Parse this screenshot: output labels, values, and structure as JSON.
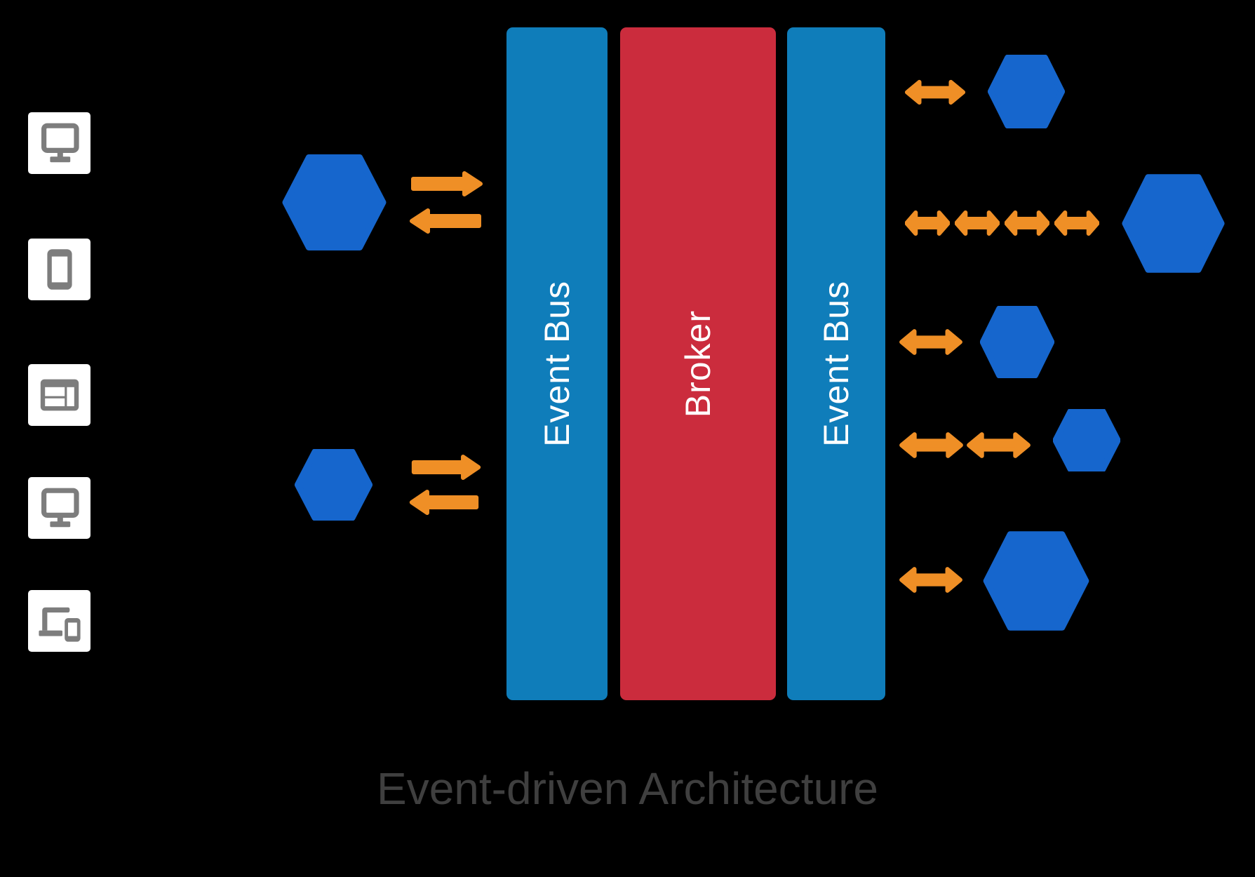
{
  "title": {
    "text": "Event-driven Architecture"
  },
  "bars": {
    "event_bus_left": {
      "label": "Event Bus"
    },
    "broker": {
      "label": "Broker"
    },
    "event_bus_right": {
      "label": "Event Bus"
    }
  },
  "devices": [
    {
      "icon": "desktop-monitor-icon"
    },
    {
      "icon": "smartphone-icon"
    },
    {
      "icon": "web-layout-icon"
    },
    {
      "icon": "desktop-monitor-icon"
    },
    {
      "icon": "laptop-and-phone-icon"
    }
  ],
  "diagram": {
    "left_hexagons": 2,
    "right_hexagons": 5,
    "left_arrow_pairs": 2,
    "right_double_arrow_counts_per_row": [
      1,
      4,
      1,
      2,
      1
    ]
  },
  "colors": {
    "background": "#000000",
    "white": "#ffffff",
    "icon_gray": "#7d7d7d",
    "bar_blue": "#0f7dba",
    "broker_red": "#cb2c3d",
    "hex_blue": "#1666cd",
    "arrow_orange": "#ef8f26",
    "title_gray": "#3f3f3f"
  }
}
